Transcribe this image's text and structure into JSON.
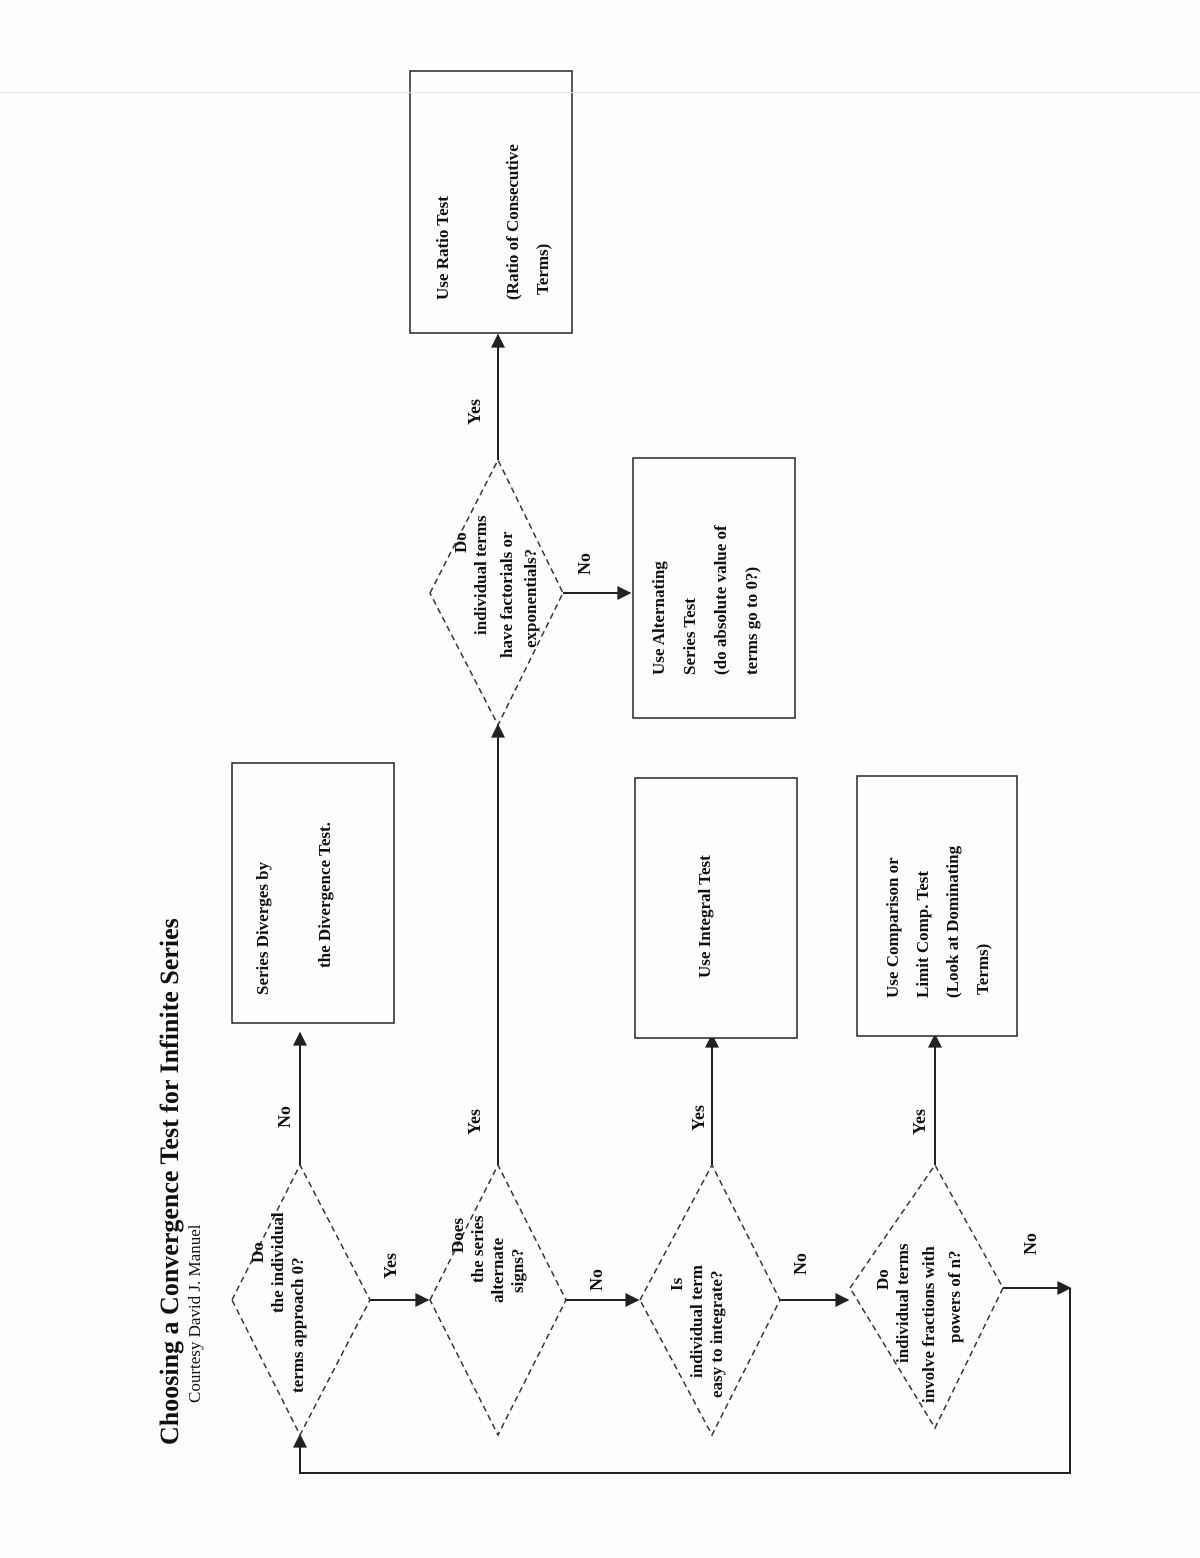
{
  "title": "Choosing a Convergence Test for Infinite Series",
  "subtitle": "Courtesy David J. Manuel",
  "nodes": {
    "q1": [
      "Do",
      "the individual",
      "terms approach 0?"
    ],
    "q2": [
      "Does",
      "the series",
      "alternate",
      "signs?"
    ],
    "q3": [
      "Is",
      "individual term",
      "easy to integrate?"
    ],
    "q4": [
      "Do",
      "individual terms",
      "involve fractions with",
      "powers of n?"
    ],
    "q5": [
      "Do",
      "individual terms",
      "have factorials or",
      "exponentials?"
    ],
    "r_divergence": [
      "Series Diverges by",
      "",
      "the Divergence Test."
    ],
    "r_ratio": [
      "Use Ratio Test",
      "",
      "(Ratio of Consecutive",
      "Terms)"
    ],
    "r_alternating": [
      "Use Alternating",
      "Series Test",
      "(do absolute value of",
      "terms go to 0?)"
    ],
    "r_integral": [
      "Use Integral Test"
    ],
    "r_comparison": [
      "Use Comparison or",
      "Limit Comp. Test",
      "(Look at Dominating",
      "Terms)"
    ]
  },
  "edge_labels": {
    "q1_no": "No",
    "q1_yes": "Yes",
    "q2_yes": "Yes",
    "q2_no": "No",
    "q3_yes": "Yes",
    "q3_no": "No",
    "q4_yes": "Yes",
    "q4_no": "No",
    "q5_yes": "Yes",
    "q5_no": "No"
  }
}
